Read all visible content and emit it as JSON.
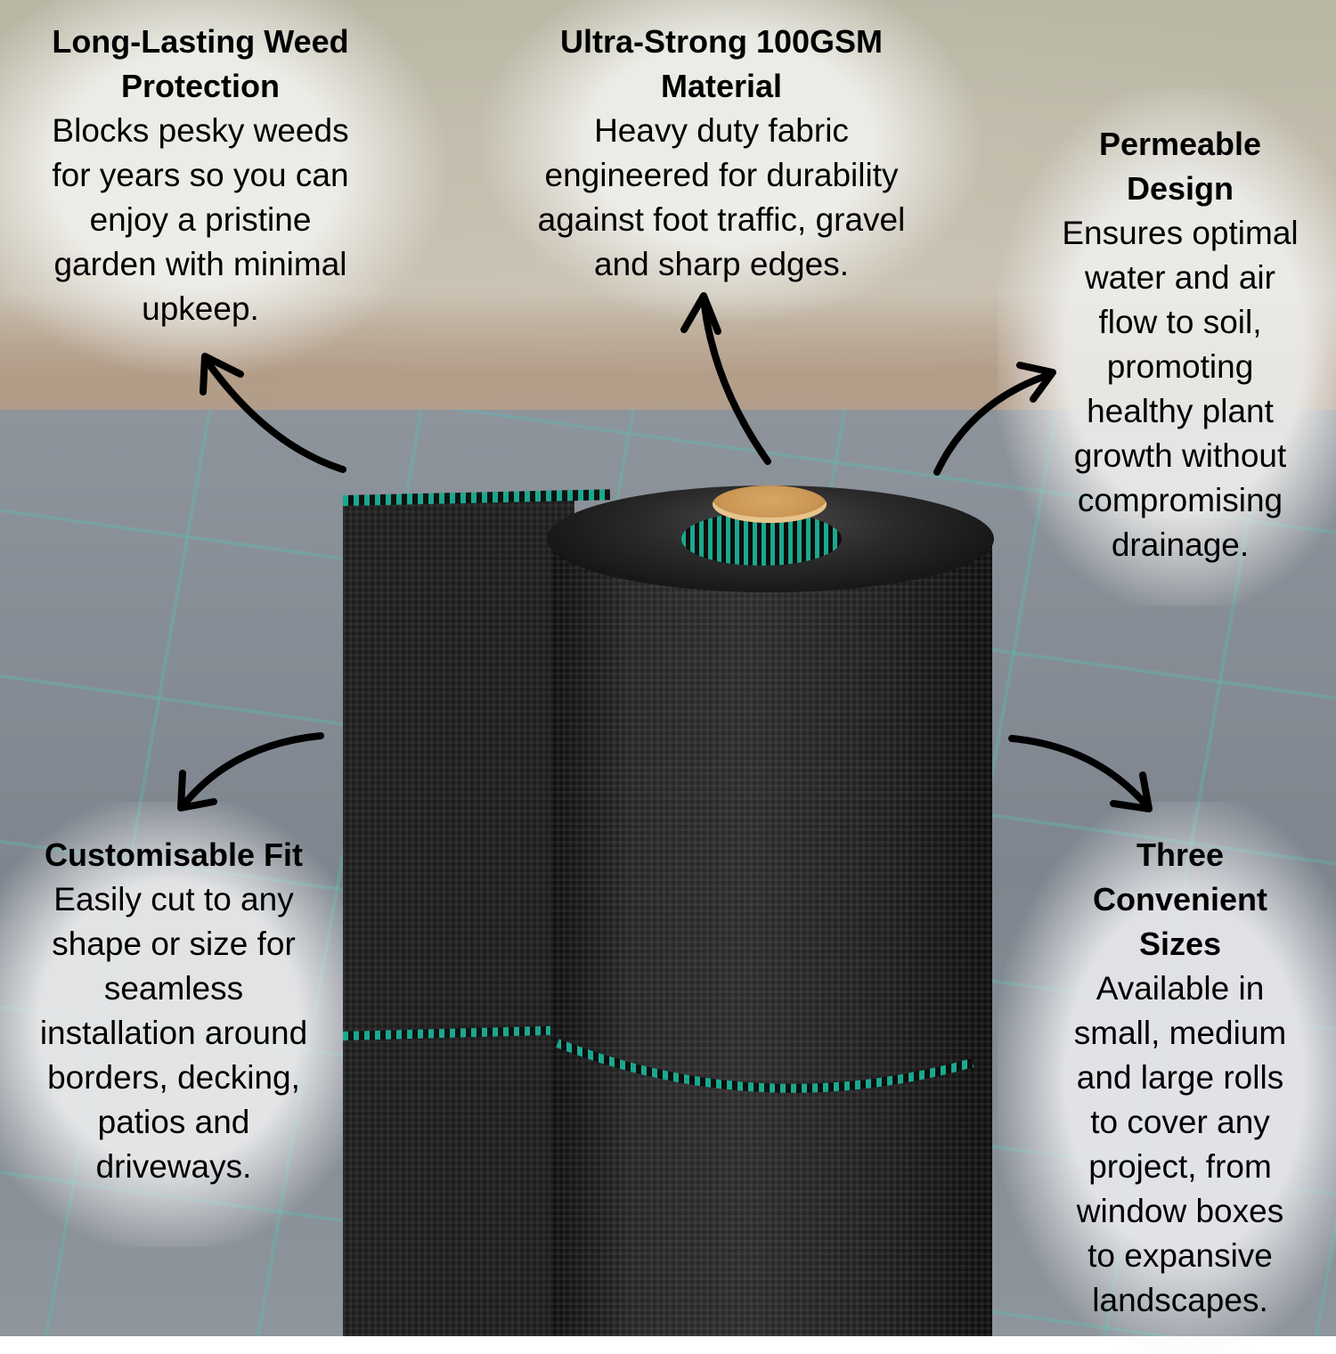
{
  "scene": {
    "description": "Product infographic for weed control fabric roll",
    "colors": {
      "fabric": "#1d1d1e",
      "stripe": "#1aa88f",
      "core": "#d0a05c",
      "text": "#000000"
    }
  },
  "features": [
    {
      "title": "Long-Lasting Weed Protection",
      "title_lines": [
        "Long-Lasting Weed",
        "Protection"
      ],
      "body_lines": [
        "Blocks pesky weeds",
        "for years so you can",
        "enjoy a pristine",
        "garden with minimal",
        "upkeep."
      ]
    },
    {
      "title": "Ultra-Strong 100GSM Material",
      "title_lines": [
        "Ultra-Strong 100GSM",
        "Material"
      ],
      "body_lines": [
        "Heavy duty fabric",
        "engineered for durability",
        "against foot traffic, gravel",
        "and sharp edges."
      ]
    },
    {
      "title": "Permeable Design",
      "title_lines": [
        "Permeable",
        "Design"
      ],
      "body_lines": [
        "Ensures optimal",
        "water and air",
        "flow to soil,",
        "promoting",
        "healthy plant",
        "growth without",
        "compromising",
        "drainage."
      ]
    },
    {
      "title": "Customisable Fit",
      "title_lines": [
        "Customisable Fit"
      ],
      "body_lines": [
        "Easily cut to any",
        "shape or size for",
        "seamless",
        "installation around",
        "borders, decking,",
        "patios and",
        "driveways."
      ]
    },
    {
      "title": "Three Convenient Sizes",
      "title_lines": [
        "Three",
        "Convenient",
        "Sizes"
      ],
      "body_lines": [
        "Available in",
        "small, medium",
        "and large rolls",
        "to cover any",
        "project, from",
        "window boxes",
        "to expansive",
        "landscapes."
      ]
    }
  ]
}
